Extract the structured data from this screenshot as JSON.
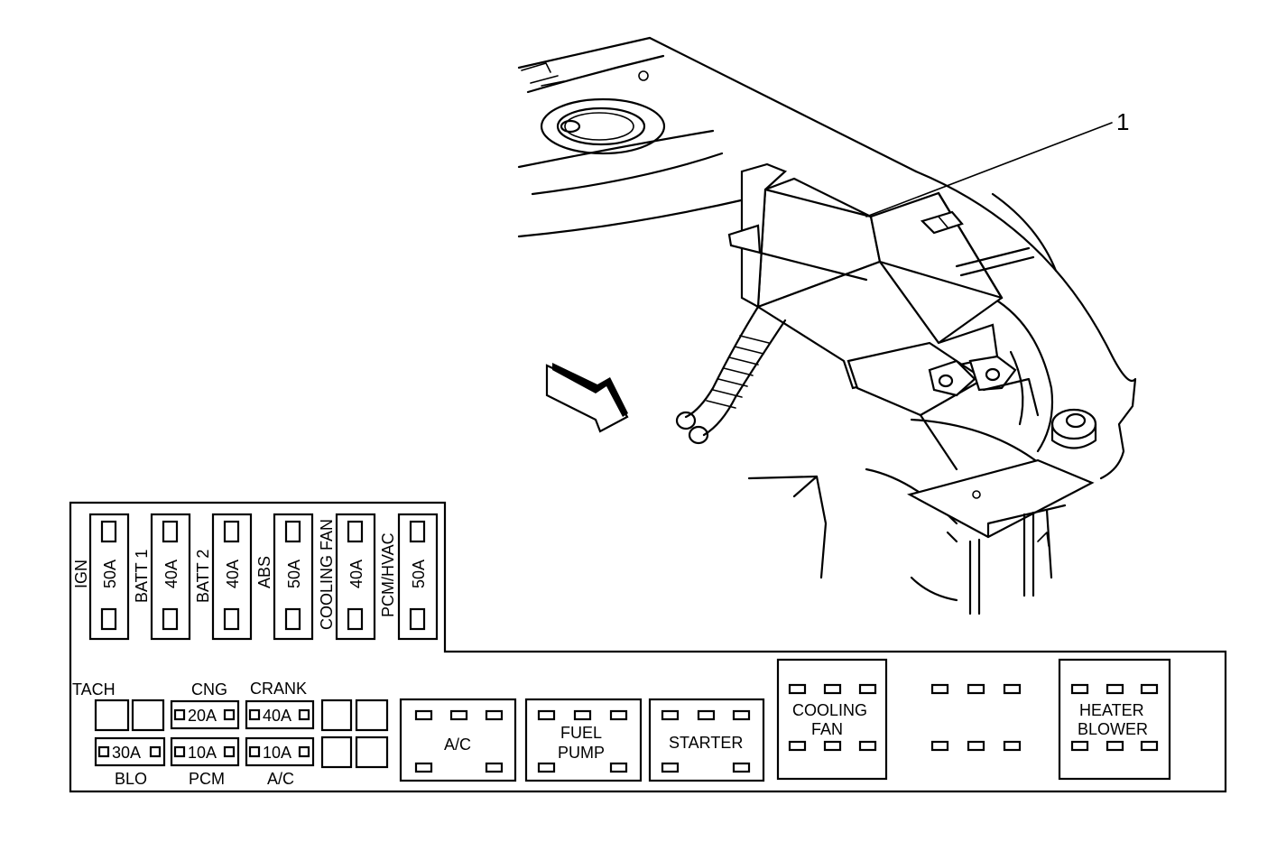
{
  "callout": "1",
  "maxi_fuses": [
    {
      "name": "IGN",
      "rating": "50A"
    },
    {
      "name": "BATT 1",
      "rating": "40A"
    },
    {
      "name": "BATT 2",
      "rating": "40A"
    },
    {
      "name": "ABS",
      "rating": "50A"
    },
    {
      "name": "COOLING FAN",
      "rating": "40A"
    },
    {
      "name": "PCM/HVAC",
      "rating": "50A"
    }
  ],
  "mini_fuses": {
    "tach": "TACH",
    "cng": {
      "label": "CNG",
      "rating": "20A"
    },
    "crank": {
      "label": "CRANK",
      "rating": "40A"
    },
    "blo": {
      "label": "BLO",
      "rating": "30A"
    },
    "pcm": {
      "label": "PCM",
      "rating": "10A"
    },
    "ac": {
      "label": "A/C",
      "rating": "10A"
    }
  },
  "relays": {
    "ac": [
      "A/C"
    ],
    "fuel_pump": [
      "FUEL",
      "PUMP"
    ],
    "starter": [
      "STARTER"
    ],
    "cooling_fan": [
      "COOLING",
      "FAN"
    ],
    "heater_blower": [
      "HEATER",
      "BLOWER"
    ]
  }
}
